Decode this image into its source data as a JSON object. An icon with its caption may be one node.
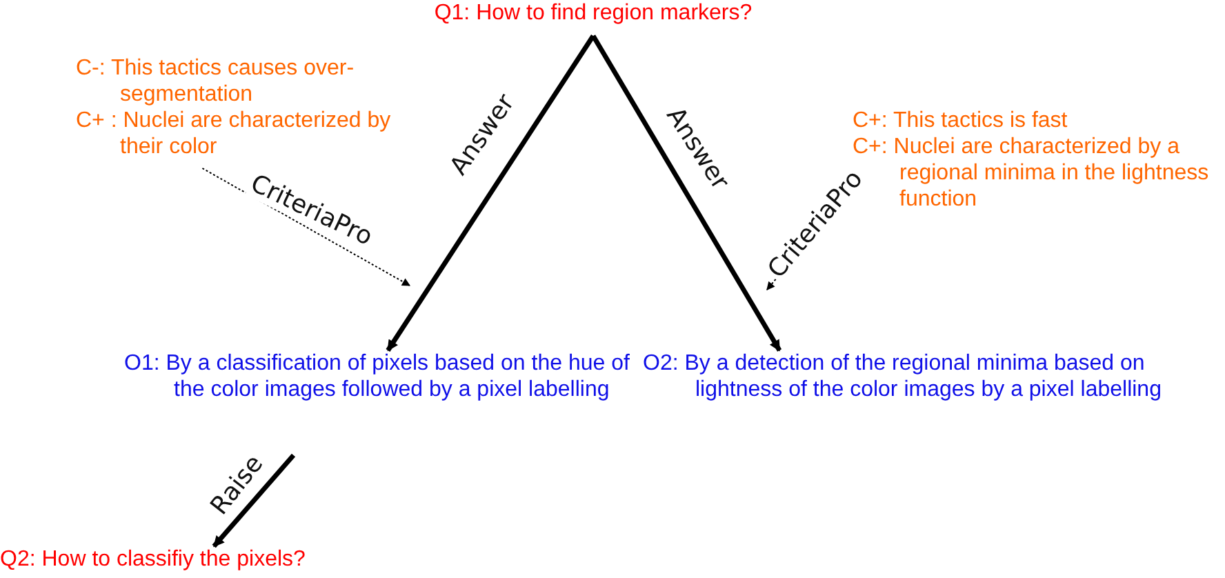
{
  "diagram": {
    "nodes": [
      {
        "text": [
          "Q1: How to find region markers?"
        ]
      },
      {
        "text": [
          "C-: This tactics causes over-segmentation",
          "C+ : Nuclei are characterized by their color"
        ]
      },
      {
        "text": [
          "C+: This tactics is fast",
          "C+: Nuclei are characterized by a regional minima in the lightness function"
        ]
      },
      {
        "text": [
          "O1: By a classification of pixels based on the hue of the color images followed by a pixel labelling"
        ]
      },
      {
        "text": [
          "O2: By a detection of the regional minima based on lightness of the color images by a pixel labelling"
        ]
      },
      {
        "text": [
          "Q2: How to classifiy the pixels?"
        ]
      }
    ],
    "edges": [
      {
        "from": 0,
        "to": 3,
        "arrow": "to",
        "label": "Answer"
      },
      {
        "from": 0,
        "to": 4,
        "arrow": "to",
        "label": "Answer"
      },
      {
        "from": 1,
        "to": null,
        "arrow": "to",
        "label": "CriteriaPro",
        "style": "dashed"
      },
      {
        "from": 2,
        "to": null,
        "arrow": "to",
        "label": "CriteriaPro",
        "style": "dashed"
      },
      {
        "from": 3,
        "to": 5,
        "arrow": "to",
        "label": "Raise"
      }
    ]
  }
}
